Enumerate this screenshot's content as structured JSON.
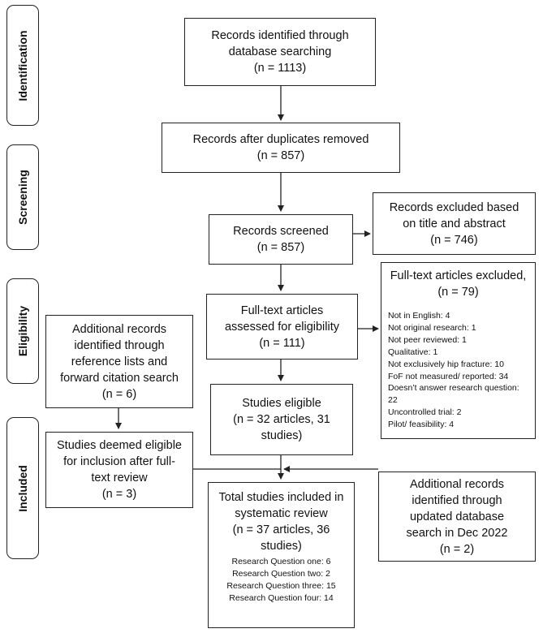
{
  "phases": {
    "identification": "Identification",
    "screening": "Screening",
    "eligibility": "Eligibility",
    "included": "Included"
  },
  "boxes": {
    "identified": [
      "Records identified through",
      "database searching",
      "(n = 1113)"
    ],
    "duplicates": [
      "Records after duplicates removed",
      "(n = 857)"
    ],
    "screened": [
      "Records screened",
      "(n = 857)"
    ],
    "excluded_title": [
      "Records excluded based",
      "on title and abstract",
      "(n = 746)"
    ],
    "fulltext": [
      "Full-text articles",
      "assessed for eligibility",
      "(n = 111)"
    ],
    "fulltext_excluded": {
      "title": [
        "Full-text articles excluded,",
        "(n = 79)"
      ],
      "reasons": [
        "Not in English: 4",
        "Not original research: 1",
        "Not peer reviewed: 1",
        "Qualitative: 1",
        "Not exclusively hip fracture: 10",
        "FoF not measured/ reported: 34",
        "Doesn’t answer research question:",
        "22",
        "Uncontrolled trial: 2",
        "Pilot/ feasibility: 4"
      ]
    },
    "additional_refs": [
      "Additional records",
      "identified through",
      "reference lists and",
      "forward citation search",
      "(n = 6)"
    ],
    "eligible": [
      "Studies eligible",
      "(n = 32 articles, 31",
      "studies)"
    ],
    "deemed_eligible": [
      "Studies deemed eligible",
      "for inclusion after full-",
      "text review",
      "(n = 3)"
    ],
    "total": {
      "title": [
        "Total studies included in",
        "systematic review",
        "(n = 37 articles, 36",
        "studies)"
      ],
      "questions": [
        "Research Question one: 6",
        "Research Question two: 2",
        "Research Question three: 15",
        "Research Question four: 14"
      ]
    },
    "updated": [
      "Additional records",
      "identified through",
      "updated database",
      "search in Dec 2022",
      "(n = 2)"
    ]
  }
}
